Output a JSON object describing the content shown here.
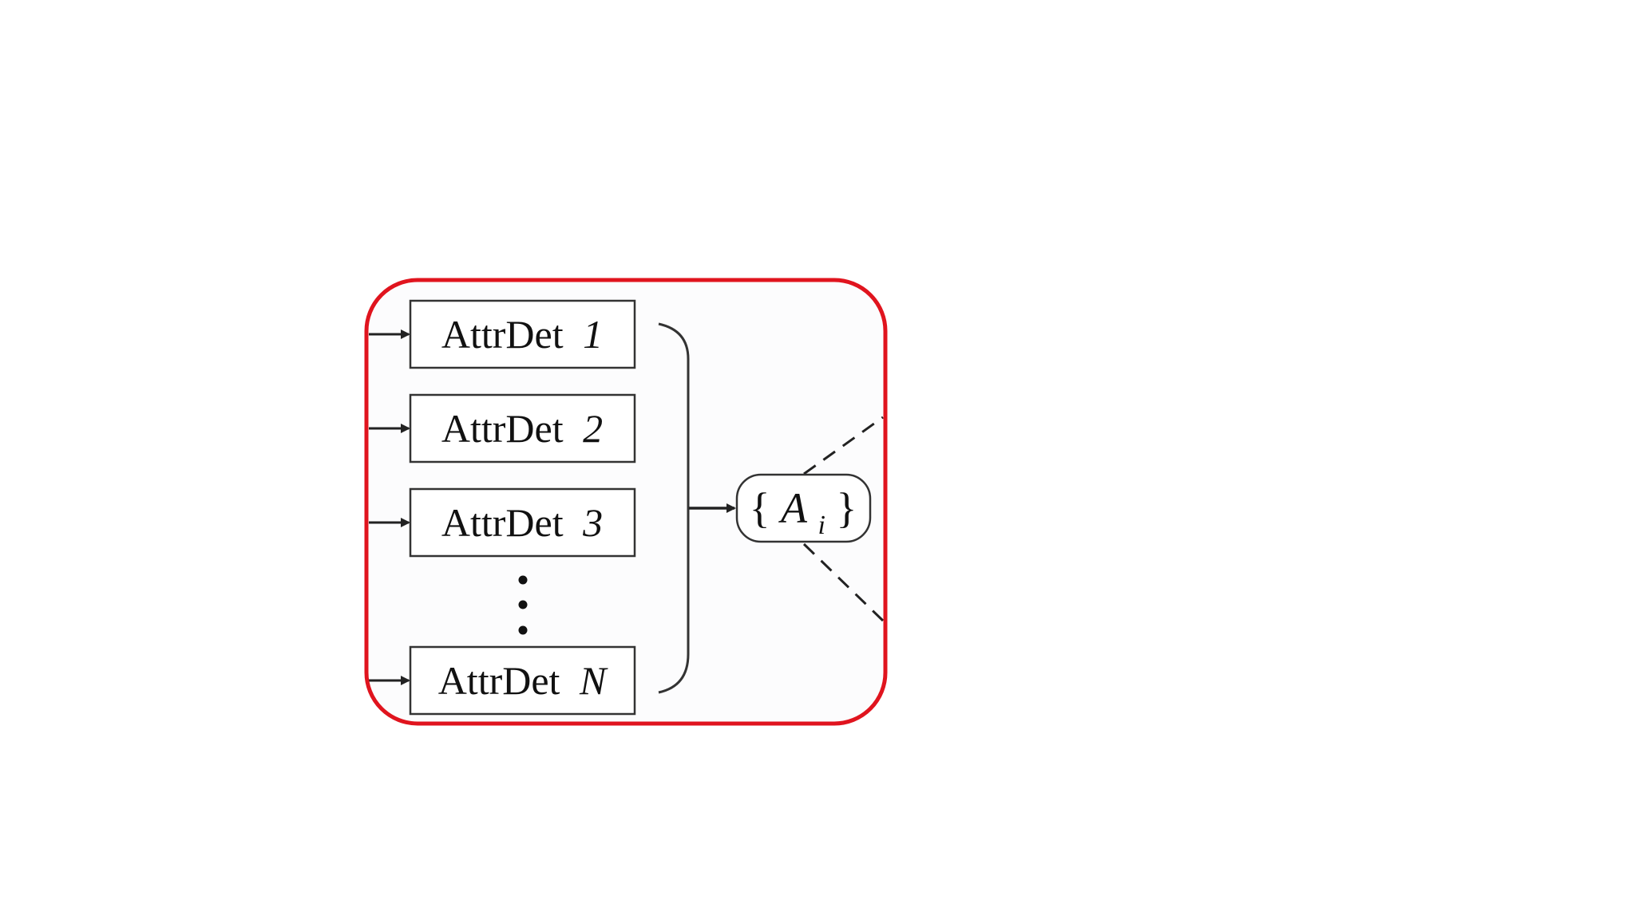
{
  "diagram": {
    "detectors": [
      {
        "name": "AttrDet",
        "index": "1"
      },
      {
        "name": "AttrDet",
        "index": "2"
      },
      {
        "name": "AttrDet",
        "index": "3"
      },
      {
        "name": "AttrDet",
        "index": "N"
      }
    ],
    "output_node": {
      "open_brace": "{",
      "symbol": "A",
      "subscript": "i",
      "close_brace": "}"
    },
    "colors": {
      "highlight_border": "#e0141e",
      "stroke": "#333333",
      "panel_background": "#fcfcfd"
    }
  }
}
